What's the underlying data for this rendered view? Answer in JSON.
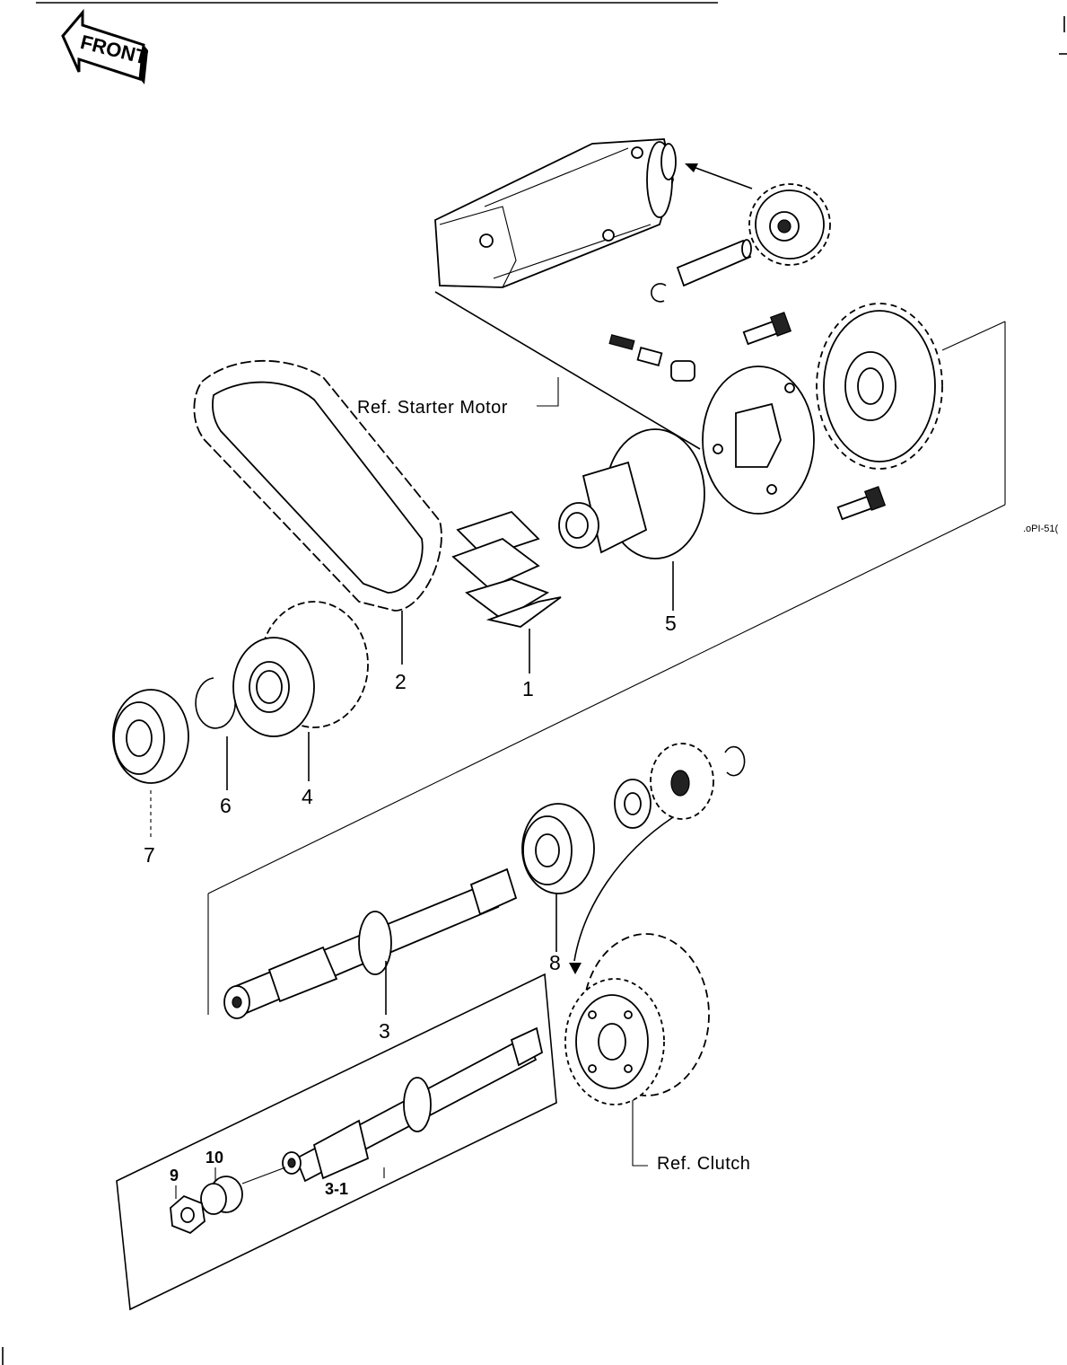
{
  "front_badge": {
    "text": "FRONT"
  },
  "references": {
    "starter_motor": "Ref.  Starter Motor",
    "clutch": "Ref.  Clutch"
  },
  "code": ".oPI-51(",
  "callouts": {
    "n1": "1",
    "n2": "2",
    "n3": "3",
    "n3_1": "3-1",
    "n4": "4",
    "n5": "5",
    "n6": "6",
    "n7": "7",
    "n8": "8",
    "n9": "9",
    "n10": "10"
  }
}
